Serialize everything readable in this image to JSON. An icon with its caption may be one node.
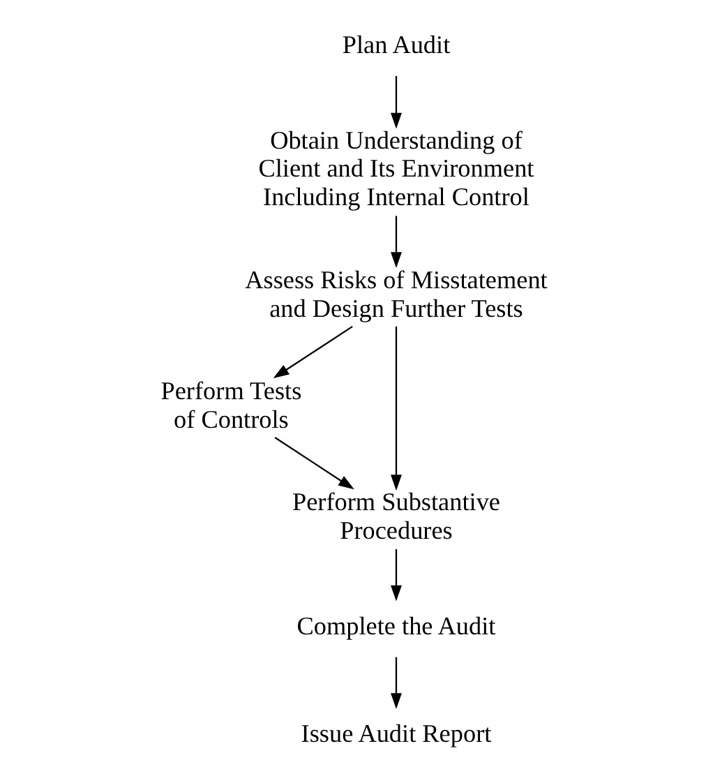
{
  "diagram": {
    "nodes": [
      {
        "text": [
          "Plan Audit"
        ]
      },
      {
        "text": [
          "Obtain Understanding of Client and Its Environment Including Internal Control"
        ]
      },
      {
        "text": [
          "Assess Risks of Misstatement and Design Further Tests"
        ]
      },
      {
        "text": [
          "Perform Tests of Controls"
        ]
      },
      {
        "text": [
          "Perform Substantive Procedures"
        ]
      },
      {
        "text": [
          "Complete the Audit"
        ]
      },
      {
        "text": [
          "Issue Audit Report"
        ]
      }
    ],
    "edges": [
      {
        "from": 0,
        "to": 1,
        "arrow": "to"
      },
      {
        "from": 1,
        "to": 2,
        "arrow": "to"
      },
      {
        "from": 2,
        "to": 3,
        "arrow": "to"
      },
      {
        "from": 3,
        "to": 4,
        "arrow": "to"
      },
      {
        "from": 2,
        "to": 4,
        "arrow": "to"
      },
      {
        "from": 4,
        "to": 5,
        "arrow": "to"
      },
      {
        "from": 5,
        "to": 6,
        "arrow": "to"
      }
    ]
  }
}
